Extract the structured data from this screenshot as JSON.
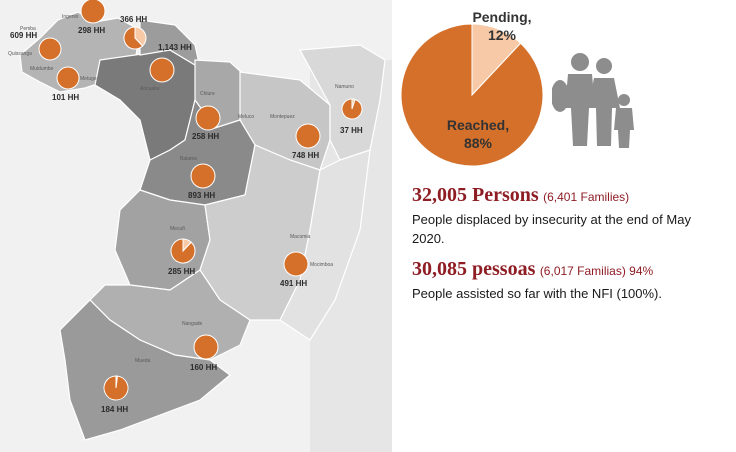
{
  "map": {
    "markers": [
      {
        "label": "298 HH",
        "reached": 1.0
      },
      {
        "label": "366 HH",
        "reached": 0.62
      },
      {
        "label": "609 HH",
        "reached": 1.0
      },
      {
        "label": "1,143 HH",
        "reached": 1.0
      },
      {
        "label": "101 HH",
        "reached": 1.0
      },
      {
        "label": "37 HH",
        "reached": 0.95
      },
      {
        "label": "258 HH",
        "reached": 1.0
      },
      {
        "label": "748 HH",
        "reached": 1.0
      },
      {
        "label": "893 HH",
        "reached": 1.0
      },
      {
        "label": "285 HH",
        "reached": 0.88
      },
      {
        "label": "491 HH",
        "reached": 1.0
      },
      {
        "label": "160 HH",
        "reached": 1.0
      },
      {
        "label": "184 HH",
        "reached": 0.98
      }
    ],
    "place_labels": [
      "Ingenio",
      "Pemba",
      "Quissanga",
      "Metuge",
      "Ancuabe",
      "Chiure",
      "Meluco",
      "Montepuez",
      "Namuno",
      "Balama",
      "Mecufi",
      "Macomia",
      "Mocimboa",
      "Nangade",
      "Mueda",
      "Muidumbe"
    ]
  },
  "pie": {
    "slices": [
      {
        "name": "Reached",
        "value": 88,
        "color": "#d4702a"
      },
      {
        "name": "Pending",
        "value": 12,
        "color": "#f7c9a6"
      }
    ],
    "pending_label": "Pending,",
    "pending_pct": "12%",
    "reached_label": "Reached,",
    "reached_pct": "88%"
  },
  "stats": {
    "displaced_big": "32,005 Persons",
    "displaced_small": "(6,401 Families)",
    "displaced_desc_line1": "People displaced by insecurity at the end of May",
    "displaced_desc_line2": "2020.",
    "assisted_big": "30,085 pessoas",
    "assisted_small": "(6,017 Familias) 94%",
    "assisted_desc": "People assisted so far with the NFI (100%)."
  },
  "icons": {
    "family": "family-icon"
  },
  "colors": {
    "accent": "#8e1d24",
    "reached": "#d4702a",
    "pending": "#f7c9a6"
  }
}
